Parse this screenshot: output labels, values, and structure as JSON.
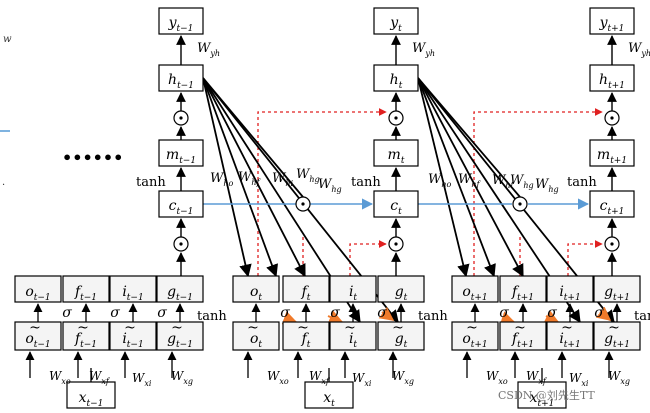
{
  "ellipsis": "••••••",
  "watermark": "CSDN @刘先生TT",
  "edge_fragments": {
    "w": "w",
    "dot": "·"
  },
  "labels": {
    "tanh": "tanh",
    "sigma": "σ",
    "odot": "⊙"
  },
  "weights": {
    "yh": "W",
    "yh_sub": "yh",
    "ho": "W",
    "ho_sub": "ho",
    "hf": "W",
    "hf_sub": "hf",
    "hi": "W",
    "hi_sub": "hi",
    "hg": "W",
    "hg_sub": "hg",
    "xo": "W",
    "xo_sub": "xo",
    "xf": "W",
    "xf_sub": "xf",
    "xi": "W",
    "xi_sub": "xi",
    "xg": "W",
    "xg_sub": "xg"
  },
  "timesteps": [
    {
      "sub": "t−1",
      "y": "y",
      "h": "h",
      "m": "m",
      "c": "c",
      "x": "x",
      "o": "o",
      "f": "f",
      "i": "i",
      "g": "g"
    },
    {
      "sub": "t",
      "y": "y",
      "h": "h",
      "m": "m",
      "c": "c",
      "x": "x",
      "o": "o",
      "f": "f",
      "i": "i",
      "g": "g"
    },
    {
      "sub": "t+1",
      "y": "y",
      "h": "h",
      "m": "m",
      "c": "c",
      "x": "x",
      "o": "o",
      "f": "f",
      "i": "i",
      "g": "g"
    }
  ],
  "colors": {
    "box_fill": "#ffffff",
    "gate_box_fill": "#f4f4f4",
    "stroke": "#000000",
    "red_dashed": "#e02020",
    "blue_arrow": "#5b9bd5",
    "orange_arrow": "#f07a2a",
    "watermark": "#777777"
  }
}
